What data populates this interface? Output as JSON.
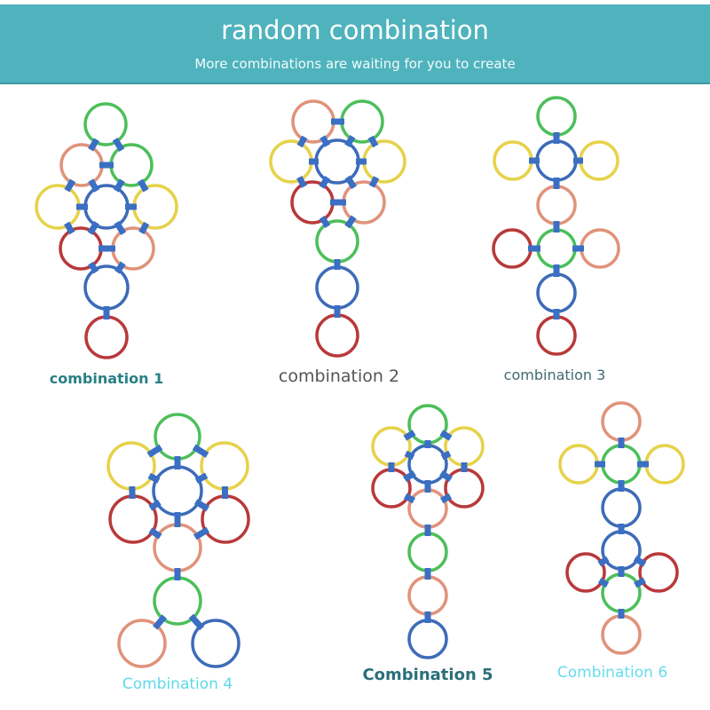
{
  "header": {
    "title": "random combination",
    "subtitle": "More combinations are waiting for you to create"
  },
  "combinations": [
    {
      "label": "combination 1"
    },
    {
      "label": "combination 2"
    },
    {
      "label": "combination 3"
    },
    {
      "label": "Combination 4"
    },
    {
      "label": "Combination 5"
    },
    {
      "label": "Combination 6"
    }
  ],
  "colors": {
    "header": "#4fb3bd",
    "green": "#4cbf5a",
    "orange": "#e0937a",
    "yellow": "#e6d24a",
    "red": "#b8393a",
    "blue": "#3d6bb8",
    "connector": "#3a6fc4"
  }
}
